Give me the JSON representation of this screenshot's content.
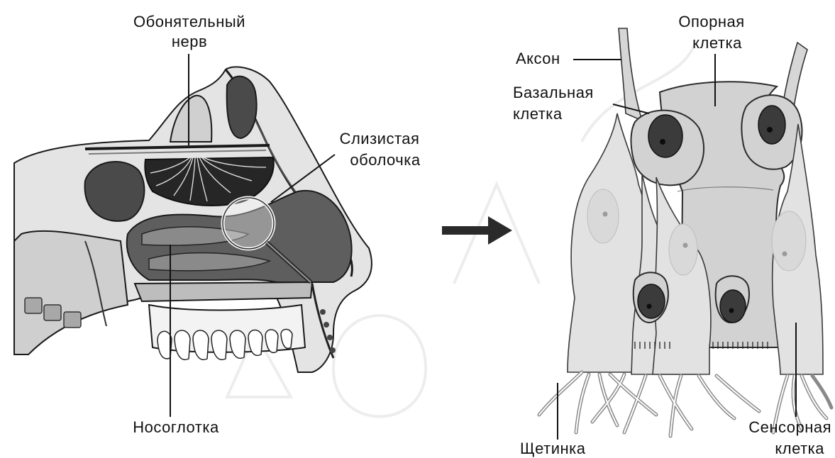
{
  "left_diagram": {
    "labels": {
      "olfactory_nerve": [
        "Обонятельный",
        "нерв"
      ],
      "mucous_membrane": [
        "Слизистая",
        "оболочка"
      ],
      "nasopharynx": "Носоглотка"
    }
  },
  "right_diagram": {
    "labels": {
      "axon": "Аксон",
      "supporting_cell": [
        "Опорная",
        "клетка"
      ],
      "basal_cell": [
        "Базальная",
        "клетка"
      ],
      "cilium": "Щетинка",
      "sensory_cell": [
        "Сенсорная",
        "клетка"
      ]
    }
  },
  "colors": {
    "text": "#111111",
    "cell_fill": "#d2d2d2",
    "nucleus": "#3b3b3b",
    "cavity": "#6a6a6a",
    "background": "#ffffff"
  }
}
